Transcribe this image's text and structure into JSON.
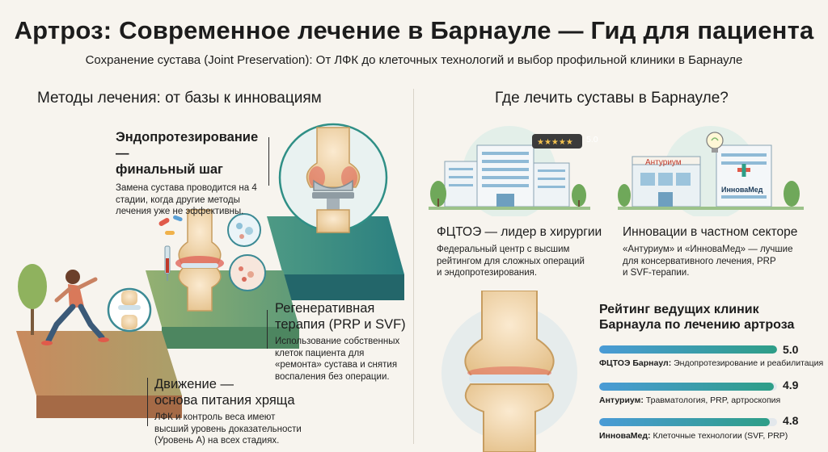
{
  "header": {
    "title": "Артроз: Современное лечение в Барнауле — Гид для пациента",
    "subtitle": "Сохранение сустава (Joint Preservation): От ЛФК до клеточных технологий и выбор профильной клиники в Барнауле"
  },
  "methods": {
    "heading": "Методы лечения: от базы к инновациям",
    "endoprosthesis": {
      "title_line1": "Эндопротезирование —",
      "title_line2": "финальный шаг",
      "text": [
        "Замена сустава проводится на 4",
        "стадии, когда другие методы",
        "лечения уже не эффективны."
      ]
    },
    "regenerative": {
      "title_line1": "Регенеративная",
      "title_line2": "терапия (PRP и SVF)",
      "text": [
        "Использование собственных",
        "клеток пациента для",
        "«ремонта» сустава и снятия",
        "воспаления без операции."
      ]
    },
    "movement": {
      "title_line1": "Движение —",
      "title_line2": "основа питания хряща",
      "text": [
        "ЛФК и контроль веса имеют",
        "высший уровень доказательности",
        "(Уровень А) на всех стадиях."
      ]
    }
  },
  "where": {
    "heading": "Где лечить суставы в Барнауле?",
    "rating_badge": "5.0",
    "fctoe": {
      "title": "ФЦТОЭ — лидер в хирургии",
      "text": [
        "Федеральный центр с высшим",
        "рейтингом для сложных операций",
        "и эндопротезирования."
      ]
    },
    "private": {
      "title": "Инновации в частном секторе",
      "text": [
        "«Антуриум» и «ИнноваМед» — лучшие",
        "для консервативного лечения, PRP",
        "и SVF-терапии."
      ],
      "sign_anturium": "Антуриум",
      "sign_innovamed": "ИнноваМед"
    }
  },
  "ranking": {
    "heading_line1": "Рейтинг ведущих клиник",
    "heading_line2": "Барнаула по лечению артроза",
    "items": [
      {
        "score": "5.0",
        "value": 1.0,
        "name": "ФЦТОЭ Барнаул:",
        "desc": " Эндопротезирование и реабилитация"
      },
      {
        "score": "4.9",
        "value": 0.98,
        "name": "Антуриум:",
        "desc": " Травматология, PRP, артроскопия"
      },
      {
        "score": "4.8",
        "value": 0.96,
        "name": "ИнноваМед:",
        "desc": " Клеточные технологии (SVF, PRP)"
      }
    ]
  },
  "colors": {
    "step_low": "#c9855a",
    "step_mid": "#7fa86a",
    "step_high": "#2f8f86",
    "bar_start": "#4a9bd6",
    "bar_end": "#2e9e87",
    "bone": "#f0d7a8",
    "cartilage": "#d8e6ef",
    "inflammation": "#e0675b"
  }
}
